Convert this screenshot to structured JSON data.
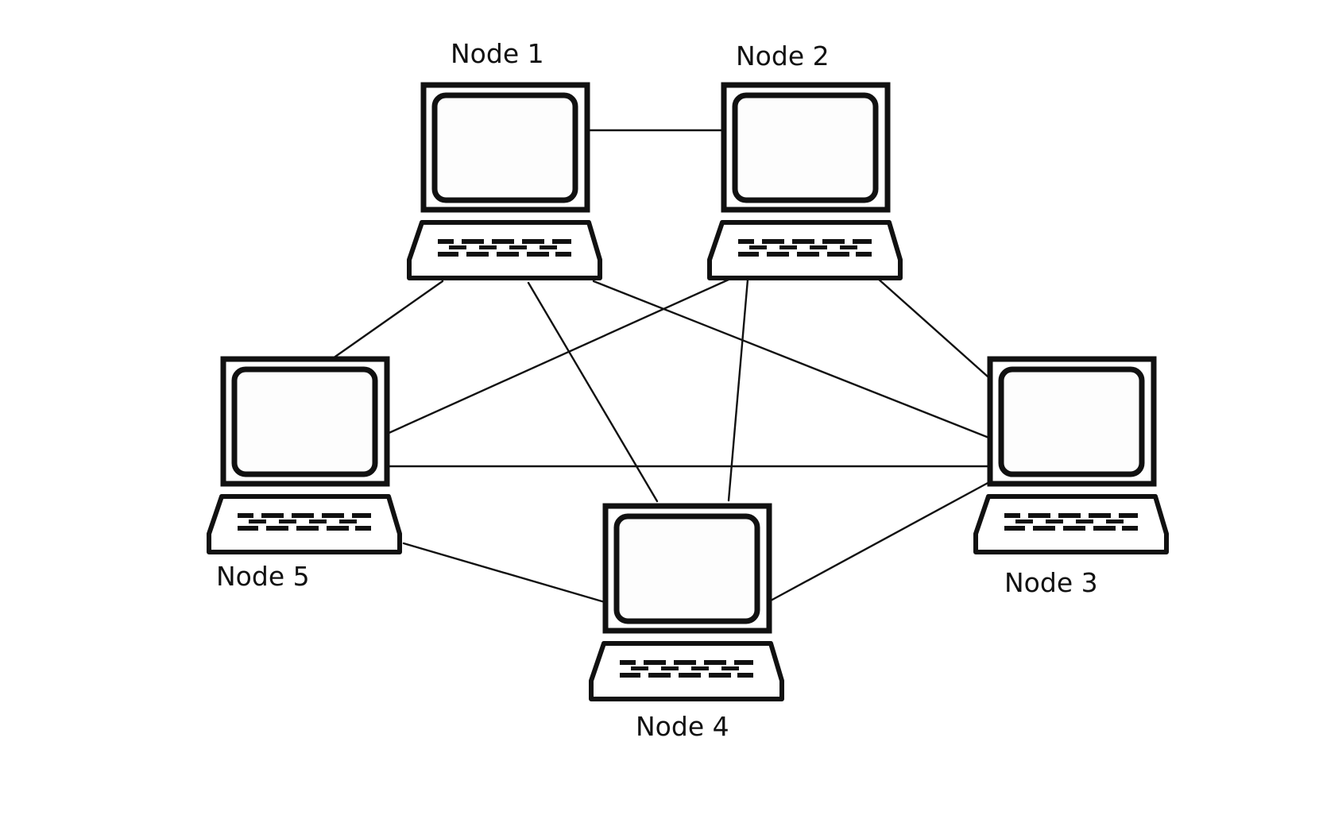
{
  "diagram": {
    "nodes": [
      {
        "id": "node-1",
        "label": "Node 1",
        "icon": "laptop-computer-icon"
      },
      {
        "id": "node-2",
        "label": "Node 2",
        "icon": "laptop-computer-icon"
      },
      {
        "id": "node-3",
        "label": "Node 3",
        "icon": "laptop-computer-icon"
      },
      {
        "id": "node-4",
        "label": "Node 4",
        "icon": "laptop-computer-icon"
      },
      {
        "id": "node-5",
        "label": "Node 5",
        "icon": "laptop-computer-icon"
      }
    ],
    "links": [
      {
        "from": "node-1",
        "to": "node-2"
      },
      {
        "from": "node-1",
        "to": "node-5"
      },
      {
        "from": "node-1",
        "to": "node-4"
      },
      {
        "from": "node-1",
        "to": "node-3"
      },
      {
        "from": "node-2",
        "to": "node-5"
      },
      {
        "from": "node-2",
        "to": "node-4"
      },
      {
        "from": "node-2",
        "to": "node-3"
      },
      {
        "from": "node-5",
        "to": "node-3"
      },
      {
        "from": "node-5",
        "to": "node-4"
      },
      {
        "from": "node-4",
        "to": "node-3"
      }
    ],
    "colors": {
      "stroke": "#111111",
      "screen": "#fdfdfd",
      "background": "#ffffff"
    }
  }
}
